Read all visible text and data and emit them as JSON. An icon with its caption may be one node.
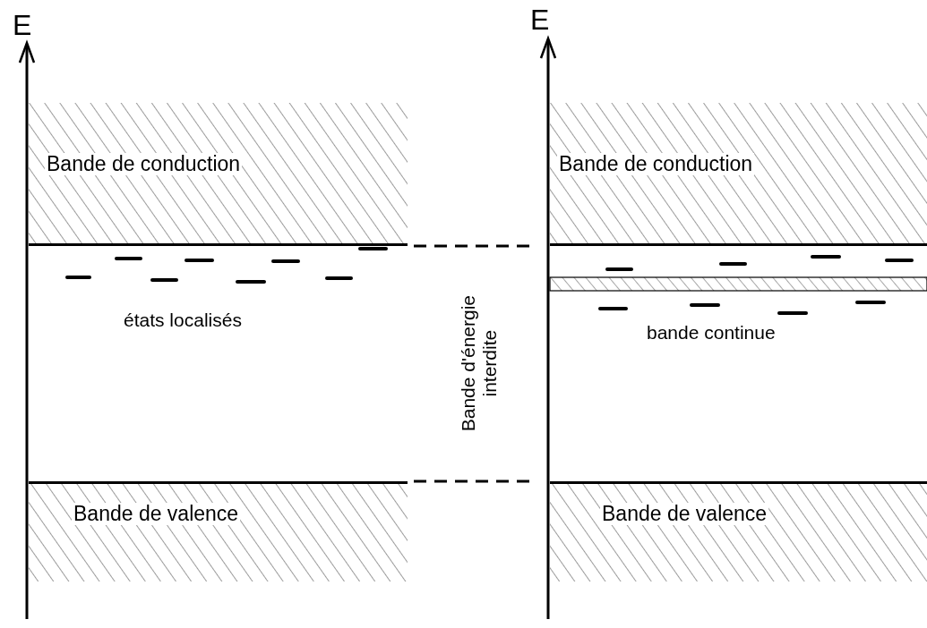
{
  "diagram": {
    "nodes": [
      {
        "text": [
          "Bande de conduction"
        ]
      },
      {
        "text": [
          "Bande de valence"
        ]
      },
      {
        "text": [
          "Bande de conduction"
        ]
      },
      {
        "text": [],
        "shape": "bar"
      },
      {
        "text": [
          "Bande de valence"
        ]
      }
    ],
    "labels": [
      "E",
      "E",
      "états localisés",
      "Bande d'énergie interdite",
      "bande continue"
    ]
  }
}
